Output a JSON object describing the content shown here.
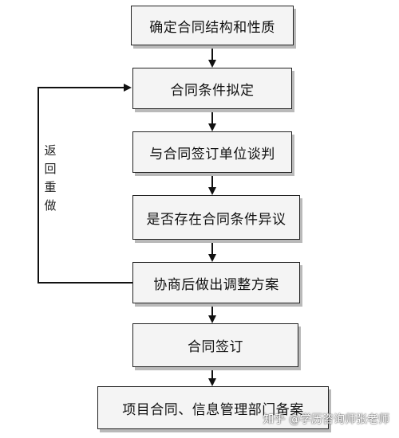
{
  "diagram": {
    "steps": [
      "确定合同结构和性质",
      "合同条件拟定",
      "与合同签订单位谈判",
      "是否存在合同条件异议",
      "协商后做出调整方案",
      "合同签订",
      "项目合同、信息管理部门备案"
    ],
    "loop_label_chars": [
      "返",
      "回",
      "重",
      "做"
    ]
  },
  "watermark": {
    "text": "知乎 @学历咨询师张老师"
  }
}
